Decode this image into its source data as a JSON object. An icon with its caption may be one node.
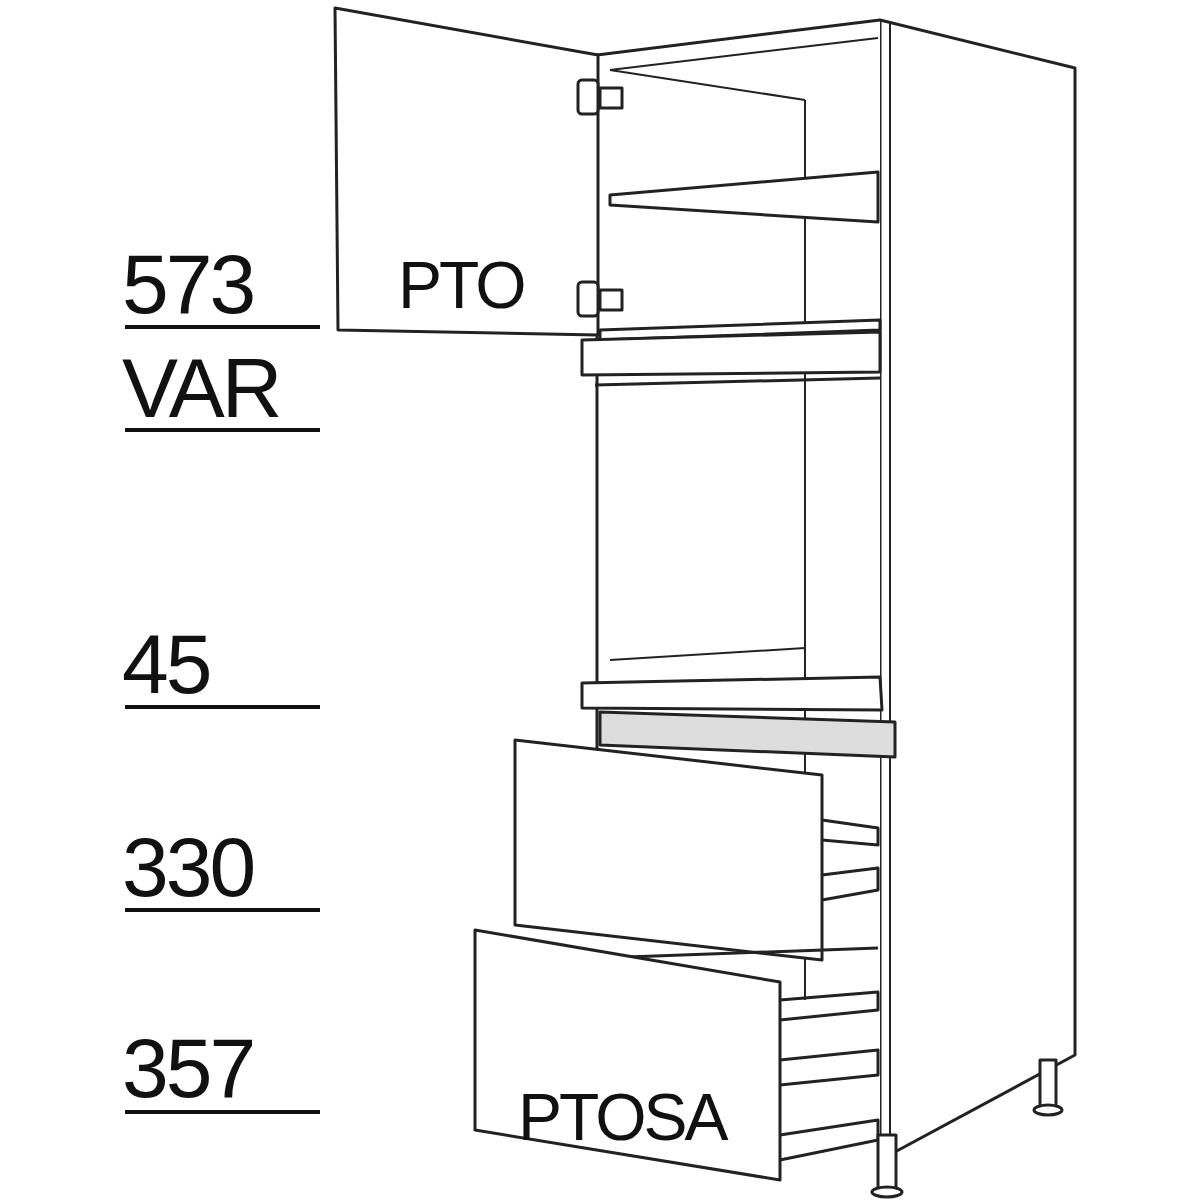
{
  "diagram": {
    "labels": [
      "573",
      "PTO",
      "VAR",
      "45",
      "330",
      "357",
      "PTOSA"
    ]
  }
}
